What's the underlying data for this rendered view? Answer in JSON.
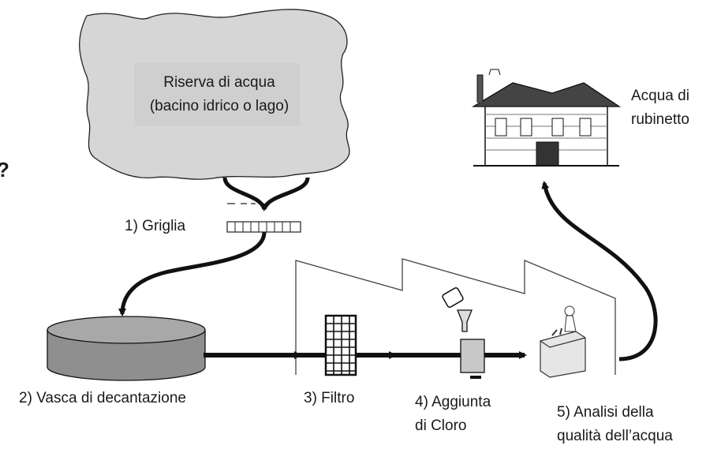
{
  "diagram": {
    "reservoir": {
      "line1": "Riserva di acqua",
      "line2": "(bacino idrico o lago)"
    },
    "house": {
      "line1": "Acqua di",
      "line2": "rubinetto"
    },
    "fragment_char": "?",
    "steps": {
      "griglia": "1) Griglia",
      "vasca": "2) Vasca di decantazione",
      "filtro": "3) Filtro",
      "cloro_line1": "4) Aggiunta",
      "cloro_line2": "di Cloro",
      "analisi_line1": "5) Analisi della",
      "analisi_line2": "qualità dell’acqua"
    },
    "colors": {
      "reservoir_fill": "#d6d6d6",
      "reservoir_inner": "#cfcfcf",
      "tank_fill": "#8f8f8f",
      "line": "#111111"
    }
  }
}
